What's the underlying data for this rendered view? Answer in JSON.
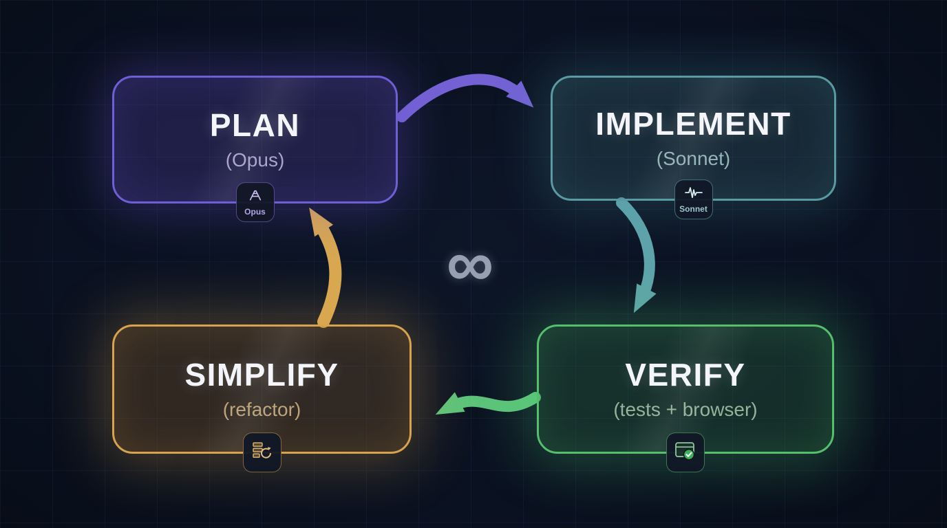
{
  "diagram": {
    "center_symbol": "∞",
    "nodes": {
      "plan": {
        "title": "PLAN",
        "subtitle": "(Opus)",
        "badge_label": "Opus",
        "accent": "#7a63e0",
        "icon": "opus-logo-icon"
      },
      "implement": {
        "title": "IMPLEMENT",
        "subtitle": "(Sonnet)",
        "badge_label": "Sonnet",
        "accent": "#62aab2",
        "icon": "waveform-icon"
      },
      "verify": {
        "title": "VERIFY",
        "subtitle": "(tests + browser)",
        "badge_label": "",
        "accent": "#5bd078",
        "icon": "browser-check-icon"
      },
      "simplify": {
        "title": "SIMPLIFY",
        "subtitle": "(refactor)",
        "badge_label": "",
        "accent": "#e0a84e",
        "icon": "layers-refresh-icon"
      }
    },
    "arrows": [
      {
        "from": "plan",
        "to": "implement",
        "color": "#7462d4"
      },
      {
        "from": "implement",
        "to": "verify",
        "color": "#5fa3ab"
      },
      {
        "from": "verify",
        "to": "simplify",
        "color": "#5cc47a"
      },
      {
        "from": "simplify",
        "to": "plan",
        "color": "#d8a851"
      }
    ]
  }
}
